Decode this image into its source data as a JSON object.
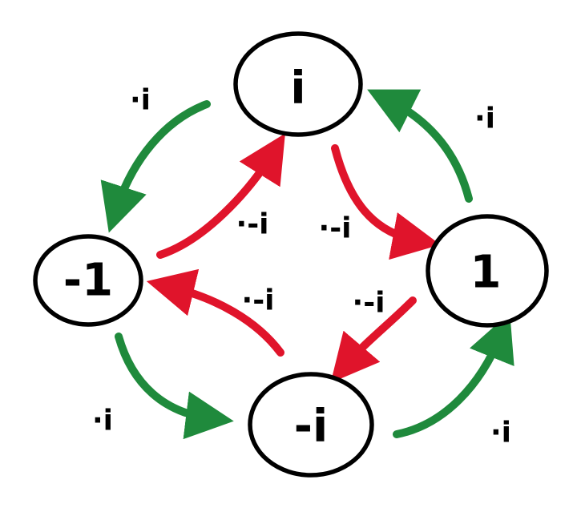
{
  "colors": {
    "forward": "#1f8a3c",
    "backward": "#e0142b",
    "ink": "#000000",
    "background": "#ffffff"
  },
  "nodes": {
    "i": "i",
    "one": "1",
    "neg_one": "-1",
    "neg_i": "-i"
  },
  "edge_labels": {
    "i_to_neg_one": "·i",
    "one_to_i": "·i",
    "neg_one_to_neg_i": "·i",
    "neg_i_to_one": "·i",
    "neg_one_to_i": "·-i",
    "i_to_one": "·-i",
    "neg_i_to_neg_one": "·-i",
    "one_to_neg_i": "·-i"
  }
}
